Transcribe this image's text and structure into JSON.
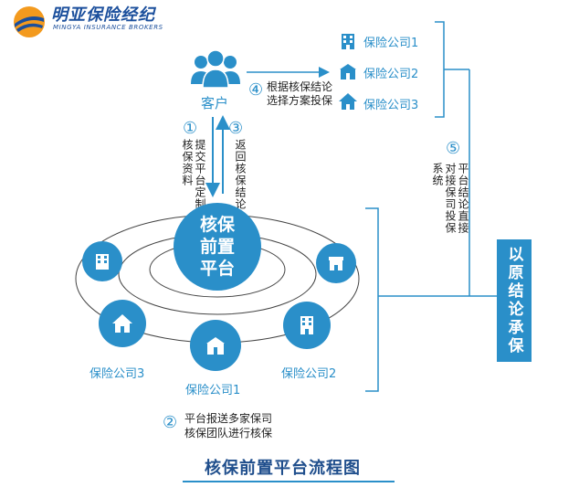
{
  "logo": {
    "name_cn": "明亚保险经纪",
    "name_en": "MINGYA INSURANCE BROKERS"
  },
  "customer": {
    "label": "客户",
    "icon": "users-icon"
  },
  "step1": {
    "num": "①",
    "text": "提交平台定制核保资料"
  },
  "step3": {
    "num": "③",
    "text": "返回核保结论"
  },
  "step4": {
    "num": "④",
    "line1": "根据核保结论",
    "line2": "选择方案投保"
  },
  "step5": {
    "num": "⑤",
    "text": "平台结论直接对接保司投保系统"
  },
  "step2": {
    "num": "②",
    "line1": "平台报送多家保司",
    "line2": "核保团队进行核保"
  },
  "companies_top": [
    {
      "label": "保险公司1",
      "icon": "building-icon"
    },
    {
      "label": "保险公司2",
      "icon": "bank-icon"
    },
    {
      "label": "保险公司3",
      "icon": "house-icon"
    }
  ],
  "hub": {
    "label": "核保前置平台"
  },
  "ring_companies": [
    {
      "label": "保险公司1",
      "icon": "bank-icon"
    },
    {
      "label": "保险公司2",
      "icon": "building-icon"
    },
    {
      "label": "保险公司3",
      "icon": "house-icon"
    }
  ],
  "side_label": "以原结论承保",
  "footer_title": "核保前置平台流程图",
  "colors": {
    "accent": "#2a8fc9",
    "dark_blue": "#1f4e8c",
    "logo_orange": "#f39a1e"
  }
}
